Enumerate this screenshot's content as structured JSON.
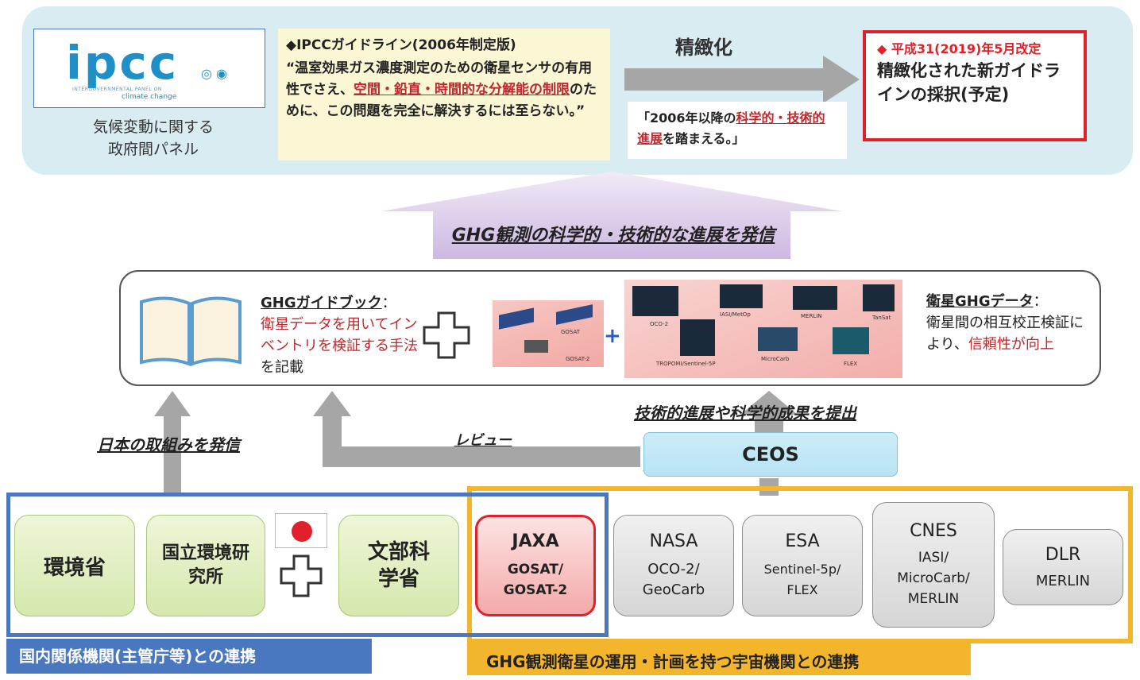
{
  "ipcc": {
    "logo_text": "ipcc",
    "logo_sub1": "INTERGOVERNMENTAL PANEL ON",
    "logo_sub2": "climate change",
    "caption_line1": "気候変動に関する",
    "caption_line2": "政府間パネル"
  },
  "guideline": {
    "title": "◆IPCCガイドライン(2006年制定版)",
    "body_part1": "“温室効果ガス濃度測定のための衛星センサの有用性でさえ、",
    "body_red": "空間・鉛直・時間的な分解能の制限",
    "body_part2": "のために、この問題を完全に解決するには至らない。”"
  },
  "refine": {
    "label": "精緻化",
    "science_prefix": "「2006年以降の",
    "science_red": "科学的・技術的進展",
    "science_suffix": "を踏まえる。」"
  },
  "revised": {
    "title": "◆ 平成31(2019)年5月改定",
    "body": "精緻化された新ガイドラインの採択(予定)"
  },
  "big_arrow_label": "GHG観測の科学的・技術的な進展を発信",
  "guidebook": {
    "title": "GHGガイドブック",
    "colon": "：",
    "red_text": "衛星データを用いてインベントリを検証する手法",
    "suffix": "を記載"
  },
  "sat_images": {
    "gosat": "GOSAT",
    "gosat2": "GOSAT-2",
    "labels": [
      "OCO-2",
      "IASI/MetOp",
      "MERLIN",
      "TanSat",
      "TROPOMI/Sentinel-5P",
      "MicroCarb",
      "FLEX"
    ]
  },
  "satdata": {
    "title": "衛星GHGデータ",
    "colon": "：",
    "text1": "衛星間の相互校正検証により、",
    "red_text": "信頼性が向上"
  },
  "arrows": {
    "japan_label": "日本の取組みを発信",
    "review_label": "レビュー",
    "ceos_label": "技術的進展や科学的成果を提出"
  },
  "ceos": "CEOS",
  "domestic": {
    "moe": "環境省",
    "nies": "国立環境研究所",
    "mext": "文部科学省",
    "group_label": "国内関係機関(主管庁等)との連携"
  },
  "agencies": {
    "jaxa_name": "JAXA",
    "jaxa_mission": "GOSAT/ GOSAT-2",
    "nasa_name": "NASA",
    "nasa_mission": "OCO-2/ GeoCarb",
    "esa_name": "ESA",
    "esa_mission": "Sentinel-5p/ FLEX",
    "cnes_name": "CNES",
    "cnes_mission": "IASI/ MicroCarb/ MERLIN",
    "dlr_name": "DLR",
    "dlr_mission": "MERLIN",
    "group_label": "GHG観測衛星の運用・計画を持つ宇宙機関との連携"
  },
  "colors": {
    "top_panel": "#d9ecf2",
    "red_accent": "#e0202a",
    "blue_group": "#4a78c0",
    "yellow_group": "#f2b52c",
    "arrow_gray": "#a6a6a6"
  }
}
